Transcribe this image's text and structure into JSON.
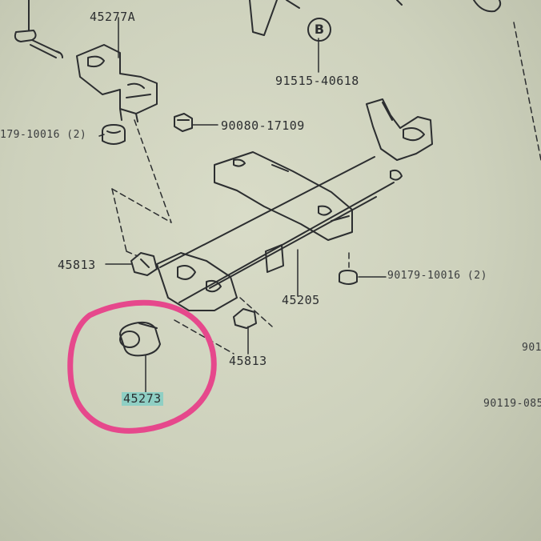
{
  "callout": {
    "letter": "B"
  },
  "labels": {
    "bracket_top": "45277A",
    "bolt_b": "91515-40618",
    "nut_top": "90080-17109",
    "clip_left_top": "179-10016 (2)",
    "clip_left": "45813",
    "column_assembly": "45205",
    "clip_right": "90179-10016 (2)",
    "clip_bottom": "45813",
    "bushing": "45273",
    "edge_right_a": "901",
    "edge_right_b": "90119-085"
  },
  "colors": {
    "paper": "#d3d6c2",
    "line_art": "#2c2e30",
    "highlight_circle": "#e6488c",
    "label_highlight": "#8fcfc4"
  }
}
